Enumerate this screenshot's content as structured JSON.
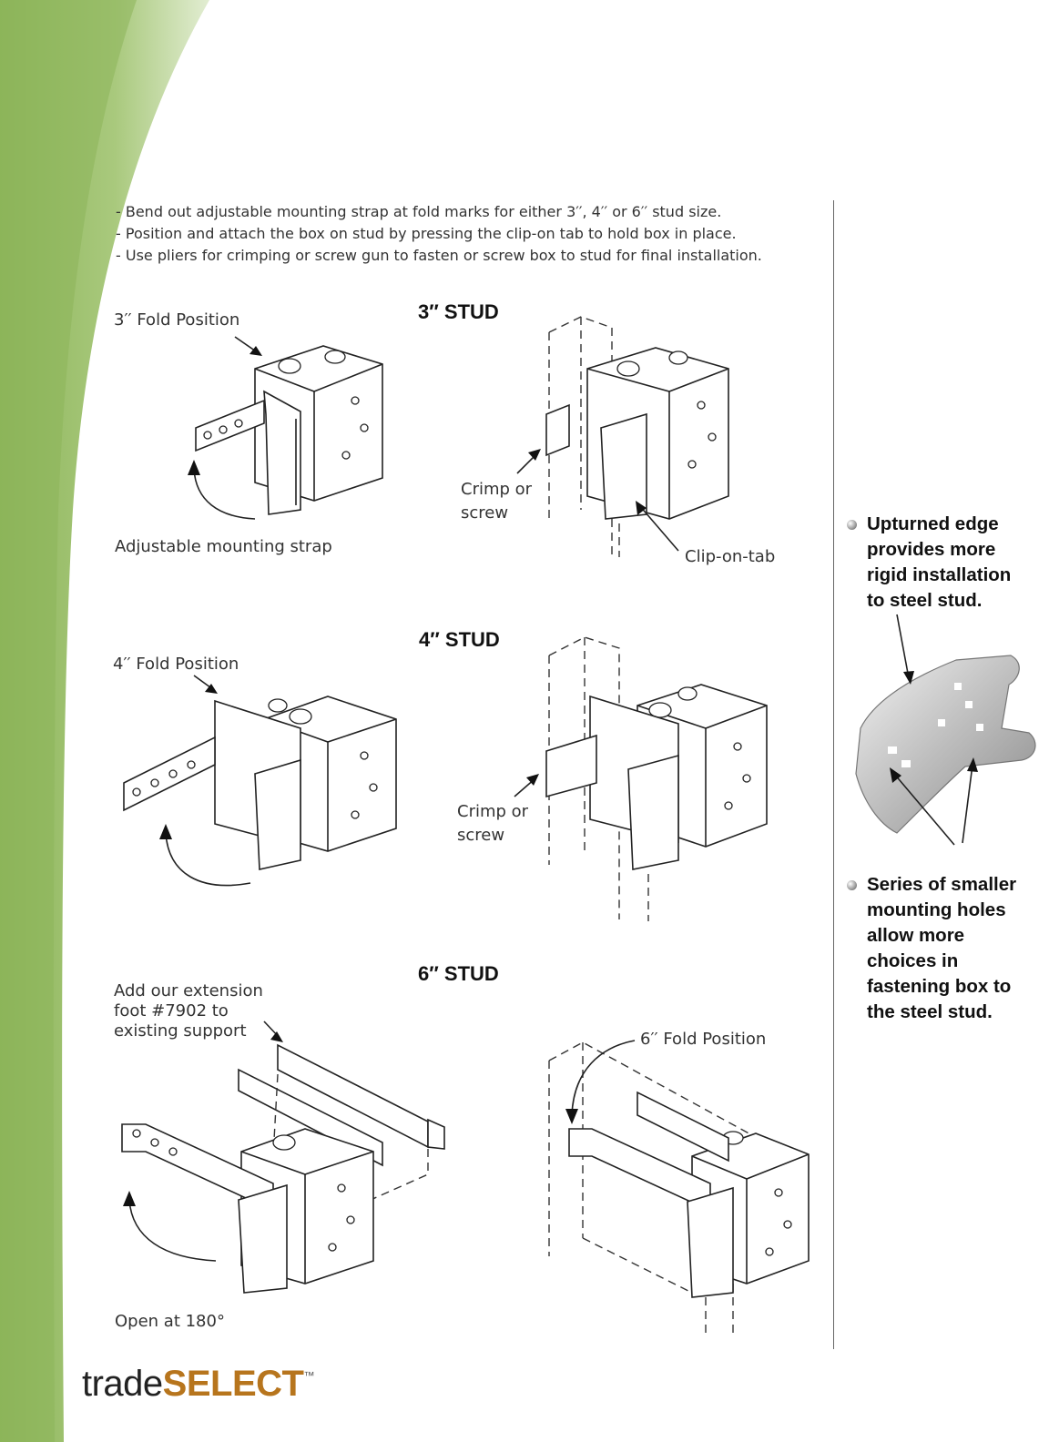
{
  "instructions": [
    "-  Bend out adjustable mounting strap at fold marks for either 3′′, 4′′ or 6′′ stud size.",
    "-  Position and attach the box on stud by pressing the clip-on tab to hold box in place.",
    "-  Use pliers for crimping or screw gun to fasten or screw box to stud for final installation."
  ],
  "sections": {
    "stud3": {
      "heading": "3′′ STUD",
      "fold_label": "3′′ Fold Position",
      "strap_label": "Adjustable mounting strap",
      "crimp_label_1": "Crimp or",
      "crimp_label_2": "screw",
      "clip_label": "Clip-on-tab"
    },
    "stud4": {
      "heading": "4′′ STUD",
      "fold_label": "4′′ Fold Position",
      "crimp_label_1": "Crimp or",
      "crimp_label_2": "screw"
    },
    "stud6": {
      "heading": "6′′ STUD",
      "ext_label_1": "Add our extension",
      "ext_label_2": "foot #7902 to",
      "ext_label_3": "existing support",
      "open_label": "Open at 180°",
      "fold_label": "6′′ Fold Position"
    }
  },
  "sidebar": {
    "bullet1": [
      "Upturned edge",
      "provides more",
      "rigid installation",
      "to steel stud."
    ],
    "bullet2": [
      "Series of smaller",
      "mounting holes",
      "allow more",
      "choices in",
      "fastening box to",
      "the steel stud."
    ]
  },
  "logo": {
    "part1": "trade",
    "part2": "SELECT",
    "tm": "™"
  },
  "colors": {
    "green_dark": "#8db55a",
    "green_light": "#d6e6bf",
    "logo_brand": "#b7751d"
  }
}
